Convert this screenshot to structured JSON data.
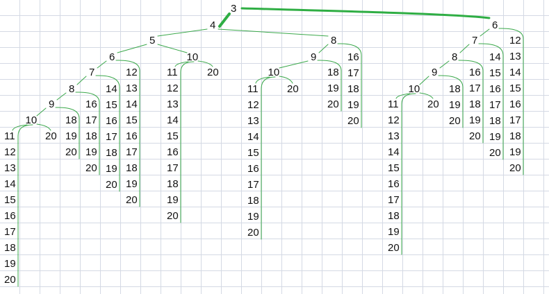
{
  "root": {
    "id": "n3",
    "label": "3"
  },
  "nodes": [
    {
      "id": "n3",
      "label": "3"
    },
    {
      "id": "n4",
      "label": "4"
    },
    {
      "id": "n6r",
      "label": "6"
    },
    {
      "id": "n5",
      "label": "5"
    },
    {
      "id": "n8m",
      "label": "8"
    },
    {
      "id": "n6",
      "label": "6"
    },
    {
      "id": "n10a",
      "label": "10"
    },
    {
      "id": "n7",
      "label": "7"
    },
    {
      "id": "n8",
      "label": "8"
    },
    {
      "id": "n9",
      "label": "9"
    },
    {
      "id": "n10",
      "label": "10"
    },
    {
      "id": "n9m",
      "label": "9"
    },
    {
      "id": "n10m",
      "label": "10"
    },
    {
      "id": "n7r",
      "label": "7"
    },
    {
      "id": "n8r",
      "label": "8"
    },
    {
      "id": "n9r",
      "label": "9"
    },
    {
      "id": "n10r",
      "label": "10"
    }
  ],
  "edges": [
    {
      "from": "n3",
      "to": "n4",
      "emphasis": true
    },
    {
      "from": "n3",
      "to": "n6r",
      "emphasis": true
    },
    {
      "from": "n4",
      "to": "n5"
    },
    {
      "from": "n4",
      "to": "n8m"
    },
    {
      "from": "n5",
      "to": "n6"
    },
    {
      "from": "n5",
      "to": "n10a"
    },
    {
      "from": "n6",
      "to": "n7"
    },
    {
      "from": "n7",
      "to": "n8"
    },
    {
      "from": "n8",
      "to": "n9"
    },
    {
      "from": "n9",
      "to": "n10"
    },
    {
      "from": "n8m",
      "to": "n9m"
    },
    {
      "from": "n9m",
      "to": "n10m"
    },
    {
      "from": "n6r",
      "to": "n7r"
    },
    {
      "from": "n7r",
      "to": "n8r"
    },
    {
      "from": "n8r",
      "to": "n9r"
    },
    {
      "from": "n9r",
      "to": "n10r"
    }
  ],
  "chains": [
    {
      "parent": "n10",
      "values": [
        "11",
        "12",
        "13",
        "14",
        "15",
        "16",
        "17",
        "18",
        "19",
        "20"
      ]
    },
    {
      "parent": "n10",
      "values": [
        "20"
      ]
    },
    {
      "parent": "n9",
      "values": [
        "18",
        "19",
        "20"
      ]
    },
    {
      "parent": "n8",
      "values": [
        "16",
        "17",
        "18",
        "19",
        "20"
      ]
    },
    {
      "parent": "n7",
      "values": [
        "14",
        "15",
        "16",
        "17",
        "18",
        "19",
        "20"
      ]
    },
    {
      "parent": "n6",
      "values": [
        "12",
        "13",
        "14",
        "15",
        "16",
        "17",
        "18",
        "19",
        "20"
      ]
    },
    {
      "parent": "n10a",
      "values": [
        "11",
        "12",
        "13",
        "14",
        "15",
        "16",
        "17",
        "18",
        "19",
        "20"
      ]
    },
    {
      "parent": "n10a",
      "values": [
        "20"
      ]
    },
    {
      "parent": "n10m",
      "values": [
        "11",
        "12",
        "13",
        "14",
        "15",
        "16",
        "17",
        "18",
        "19",
        "20"
      ]
    },
    {
      "parent": "n10m",
      "values": [
        "20"
      ]
    },
    {
      "parent": "n9m",
      "values": [
        "18",
        "19",
        "20"
      ]
    },
    {
      "parent": "n8m",
      "values": [
        "16",
        "17",
        "18",
        "19",
        "20"
      ]
    },
    {
      "parent": "n10r",
      "values": [
        "11",
        "12",
        "13",
        "14",
        "15",
        "16",
        "17",
        "18",
        "19",
        "20"
      ]
    },
    {
      "parent": "n10r",
      "values": [
        "20"
      ]
    },
    {
      "parent": "n9r",
      "values": [
        "18",
        "19",
        "20"
      ]
    },
    {
      "parent": "n8r",
      "values": [
        "16",
        "17",
        "18",
        "19",
        "20"
      ]
    },
    {
      "parent": "n7r",
      "values": [
        "14",
        "15",
        "16",
        "17",
        "18",
        "19",
        "20"
      ]
    },
    {
      "parent": "n6r",
      "values": [
        "12",
        "13",
        "14",
        "15",
        "16",
        "17",
        "18",
        "19",
        "20"
      ]
    }
  ],
  "colors": {
    "line": "#3aa84a",
    "emphasis": "#2fae44",
    "text": "#111111",
    "grid": "#d4d9e4"
  }
}
